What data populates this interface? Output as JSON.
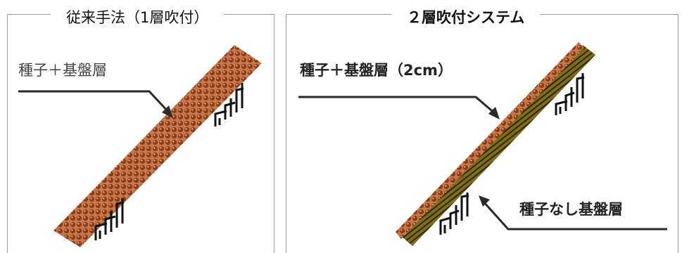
{
  "panels": {
    "left": {
      "title": "従来手法（1層吹付）",
      "label": "種子＋基盤層"
    },
    "right": {
      "title": "２層吹付システム",
      "label_top": "種子＋基盤層（2cm）",
      "label_bottom": "種子なし基盤層"
    }
  },
  "colors": {
    "seed_layer": "#c06a3a",
    "seed_dot": "#8a3518",
    "base_layer": "#7a6a12",
    "base_stripe": "#2f2a05",
    "leader": "#2a2a2a",
    "border": "#9a9a9a"
  }
}
